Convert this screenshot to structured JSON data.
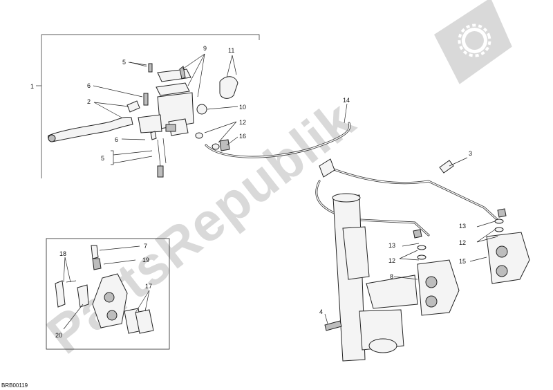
{
  "watermark": {
    "text": "PartsRepublik",
    "color": "#d9d9d9",
    "icon": "gear-icon"
  },
  "diagram_code": "BRB00119",
  "callouts": {
    "n1": "1",
    "n2": "2",
    "n3": "3",
    "n4": "4",
    "n5a": "5",
    "n5b": "5",
    "n6a": "6",
    "n6b": "6",
    "n7": "7",
    "n8": "8",
    "n9": "9",
    "n10": "10",
    "n11": "11",
    "n12a": "12",
    "n12b": "12",
    "n12c": "12",
    "n13a": "13",
    "n13b": "13",
    "n14": "14",
    "n15": "15",
    "n16": "16",
    "n17": "17",
    "n18": "18",
    "n19": "19",
    "n20": "20"
  }
}
